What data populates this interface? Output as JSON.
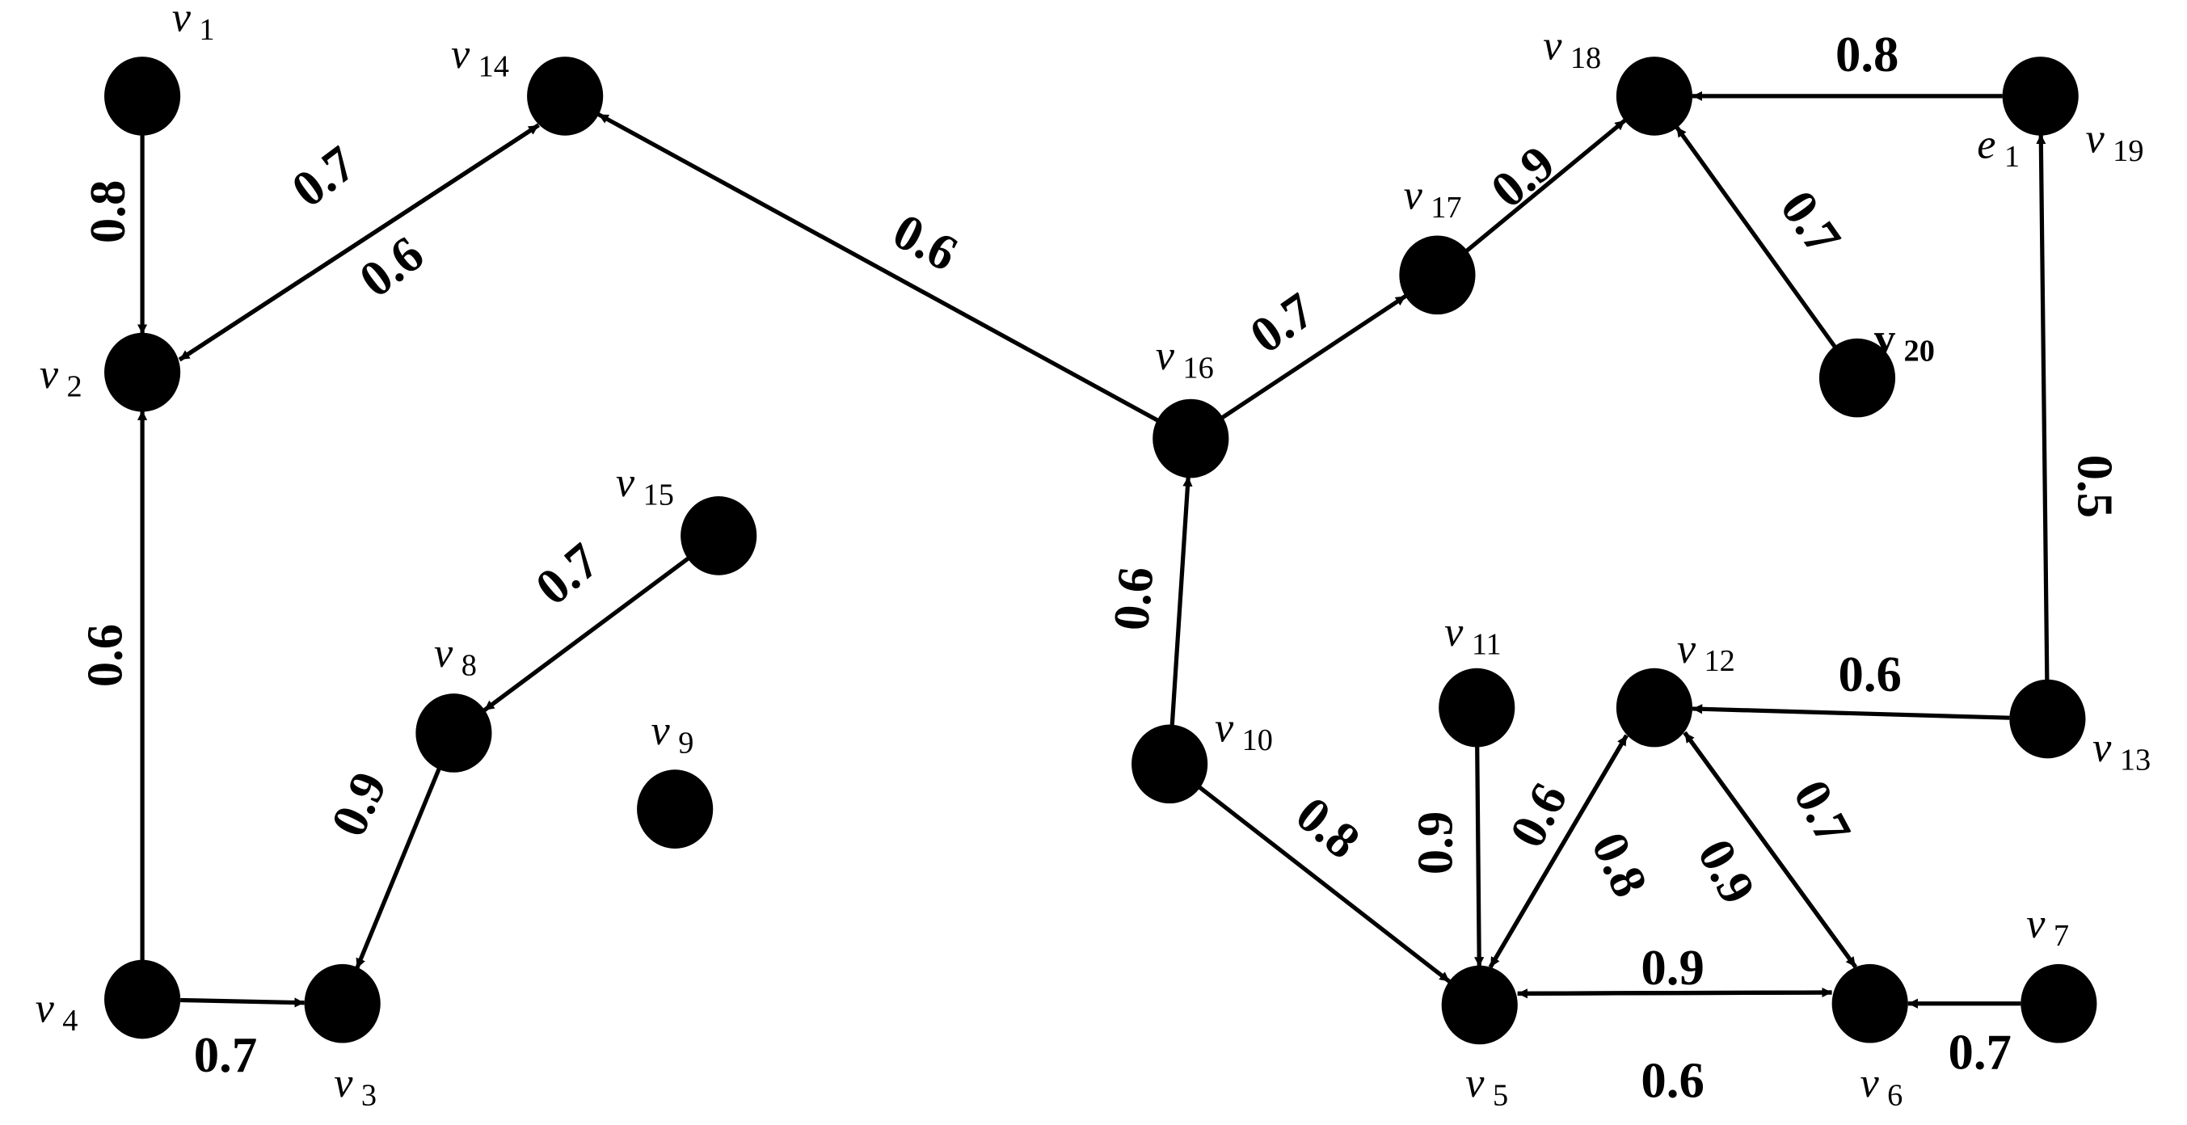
{
  "nodes": [
    {
      "id": "v1",
      "base": "v",
      "sub": "1"
    },
    {
      "id": "v2",
      "base": "v",
      "sub": "2"
    },
    {
      "id": "v3",
      "base": "v",
      "sub": "3"
    },
    {
      "id": "v4",
      "base": "v",
      "sub": "4"
    },
    {
      "id": "v5",
      "base": "v",
      "sub": "5"
    },
    {
      "id": "v6",
      "base": "v",
      "sub": "6"
    },
    {
      "id": "v7",
      "base": "v",
      "sub": "7"
    },
    {
      "id": "v8",
      "base": "v",
      "sub": "8"
    },
    {
      "id": "v9",
      "base": "v",
      "sub": "9"
    },
    {
      "id": "v10",
      "base": "v",
      "sub": "10"
    },
    {
      "id": "v11",
      "base": "v",
      "sub": "11"
    },
    {
      "id": "v12",
      "base": "v",
      "sub": "12"
    },
    {
      "id": "v13",
      "base": "v",
      "sub": "13"
    },
    {
      "id": "v14",
      "base": "v",
      "sub": "14"
    },
    {
      "id": "v15",
      "base": "v",
      "sub": "15"
    },
    {
      "id": "v16",
      "base": "v",
      "sub": "16"
    },
    {
      "id": "v17",
      "base": "v",
      "sub": "17"
    },
    {
      "id": "v18",
      "base": "v",
      "sub": "18"
    },
    {
      "id": "v19",
      "base": "v",
      "sub": "19"
    },
    {
      "id": "v20",
      "base": "v",
      "sub": "20"
    }
  ],
  "extra_labels": [
    {
      "id": "e1",
      "base": "e",
      "sub": "1"
    }
  ],
  "edges": [
    {
      "from": "v1",
      "to": "v2",
      "weight": "0.8"
    },
    {
      "from": "v14",
      "to": "v2",
      "weight": "0.7"
    },
    {
      "from": "v2",
      "to": "v14",
      "weight": "0.6"
    },
    {
      "from": "v16",
      "to": "v14",
      "weight": "0.6"
    },
    {
      "from": "v4",
      "to": "v2",
      "weight": "0.6"
    },
    {
      "from": "v4",
      "to": "v3",
      "weight": "0.7"
    },
    {
      "from": "v15",
      "to": "v8",
      "weight": "0.7"
    },
    {
      "from": "v8",
      "to": "v3",
      "weight": "0.9"
    },
    {
      "from": "v10",
      "to": "v16",
      "weight": "0.6"
    },
    {
      "from": "v16",
      "to": "v17",
      "weight": "0.7"
    },
    {
      "from": "v17",
      "to": "v18",
      "weight": "0.9"
    },
    {
      "from": "v20",
      "to": "v18",
      "weight": "0.7"
    },
    {
      "from": "v19",
      "to": "v18",
      "weight": "0.8"
    },
    {
      "from": "v13",
      "to": "v19",
      "weight": "0.5"
    },
    {
      "from": "v13",
      "to": "v12",
      "weight": "0.6"
    },
    {
      "from": "v10",
      "to": "v5",
      "weight": "0.8"
    },
    {
      "from": "v11",
      "to": "v5",
      "weight": "0.9"
    },
    {
      "from": "v5",
      "to": "v12",
      "weight": "0.6"
    },
    {
      "from": "v12",
      "to": "v5",
      "weight": "0.8"
    },
    {
      "from": "v12",
      "to": "v6",
      "weight": "0.9"
    },
    {
      "from": "v6",
      "to": "v12",
      "weight": "0.7"
    },
    {
      "from": "v5",
      "to": "v6",
      "weight": "0.9"
    },
    {
      "from": "v6",
      "to": "v5",
      "weight": "0.6"
    },
    {
      "from": "v7",
      "to": "v6",
      "weight": "0.7"
    }
  ]
}
